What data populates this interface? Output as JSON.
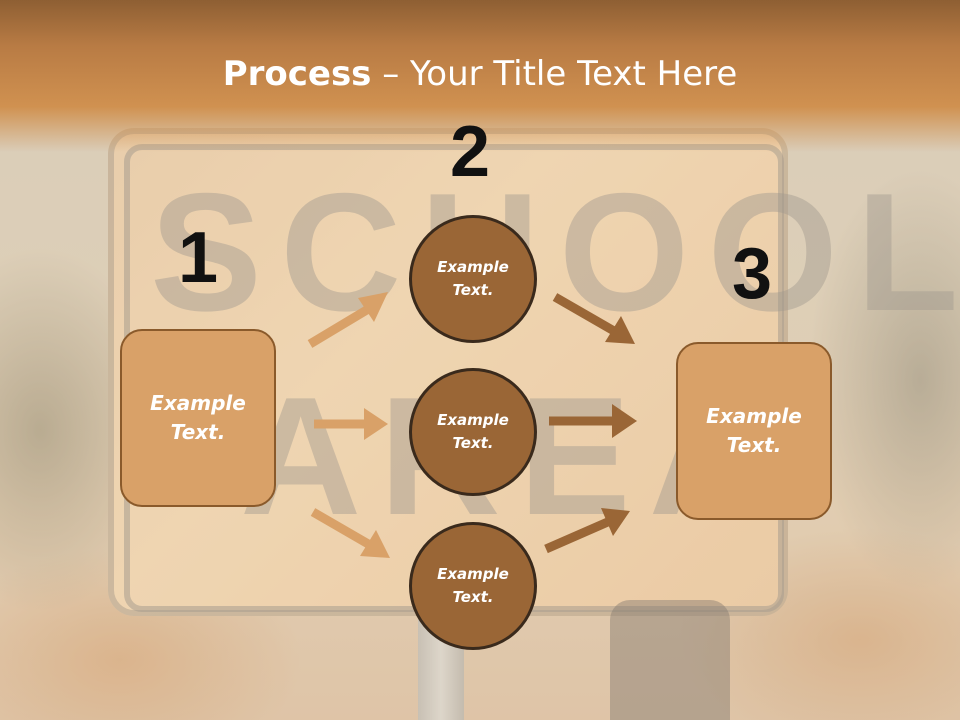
{
  "title": {
    "bold": "Process",
    "rest": " – Your Title Text Here"
  },
  "steps": {
    "one": "1",
    "two": "2",
    "three": "3"
  },
  "boxes": {
    "left": "Example Text.",
    "right": "Example Text."
  },
  "circles": {
    "top": "Example Text.",
    "middle": "Example Text.",
    "bottom": "Example Text."
  },
  "colors": {
    "title_bar": "#b87b44",
    "box_fill": "#d9a168",
    "circle_fill": "#9a6636",
    "arrow_light": "#d9a168",
    "arrow_dark": "#9a6636"
  }
}
